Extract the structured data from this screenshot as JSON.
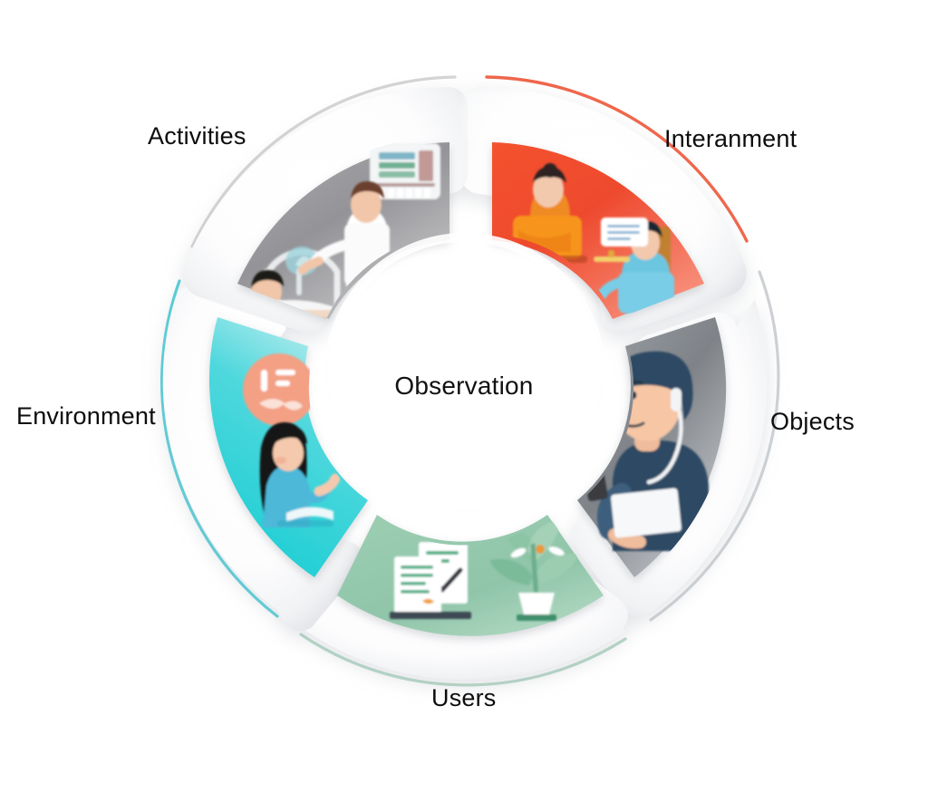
{
  "diagram": {
    "title": "Observation",
    "center_label": "Observation",
    "type": "segmented-wheel",
    "segment_count": 5,
    "background_color": "#ffffff",
    "center_fill": "#ffffff",
    "text_color": "#0d0d0d"
  },
  "chart_data": {
    "type": "pie",
    "title": "Observation",
    "categories": [
      "Interanment",
      "Objects",
      "Users",
      "Environment",
      "Activities"
    ],
    "values": [
      20,
      20,
      20,
      20,
      20
    ],
    "colors": [
      "#ee4a2e",
      "#7f8388",
      "#92c6ab",
      "#1ececf",
      "#9a9a9d"
    ],
    "legend_position": "outside",
    "grid": false,
    "notes": "Five equal segments of a donut wheel; each segment carries an illustration. Center hub labelled 'Observation'."
  },
  "segments": [
    {
      "id": "interanment",
      "label": "Interanment",
      "color": "#ee4a2e",
      "color_light": "#f8735a",
      "arc_color": "#ee5536",
      "label_position": "top-right",
      "illustration": "two-people-conversation-illustration",
      "illustration_parts": [
        "woman-orange-sweater",
        "man-blue-hoodie",
        "speech-bubble",
        "serving-tray"
      ]
    },
    {
      "id": "objects",
      "label": "Objects",
      "color": "#7f8388",
      "color_light": "#b9bcc0",
      "arc_color": "#c9ccd0",
      "label_position": "right",
      "illustration": "man-with-headphones-tablet-illustration",
      "illustration_parts": [
        "man-head-blue-hair",
        "headphone-cable",
        "tablet",
        "smartphone"
      ]
    },
    {
      "id": "users",
      "label": "Users",
      "color": "#92c6ab",
      "color_light": "#a9d2bc",
      "arc_color": "#a9d2bc",
      "label_position": "bottom",
      "illustration": "documents-and-plant-illustration",
      "illustration_parts": [
        "document-sheet",
        "checkmark-document",
        "potted-plant",
        "desk-bar"
      ]
    },
    {
      "id": "environment",
      "label": "Environment",
      "color": "#1ececf",
      "color_light": "#8fe6e7",
      "arc_color": "#39c8d4",
      "label_position": "left",
      "illustration": "girl-reading-with-thought-bubble-illustration",
      "illustration_parts": [
        "peach-circle-badge",
        "girl-long-black-hair",
        "blue-sweater",
        "book"
      ]
    },
    {
      "id": "activities",
      "label": "Activities",
      "color": "#9a9a9d",
      "color_light": "#c4c4c6",
      "arc_color": "#cfcfd1",
      "label_position": "top-left",
      "illustration": "clinic-scan-scene-illustration",
      "illustration_parts": [
        "wall-screen",
        "standing-technician",
        "scanner-arch",
        "patient-on-table"
      ]
    }
  ]
}
